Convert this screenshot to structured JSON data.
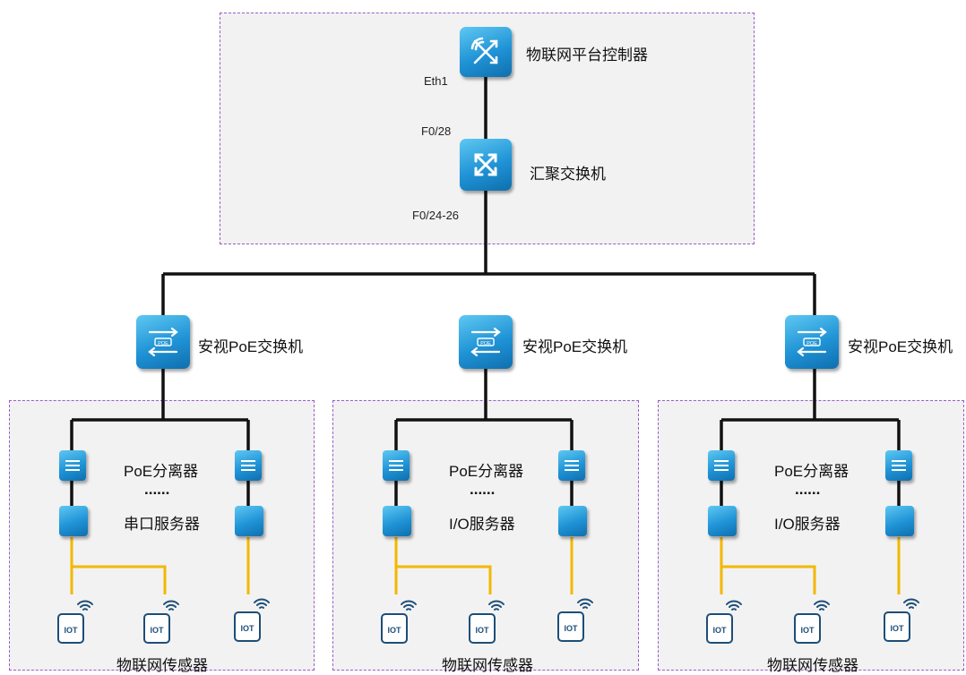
{
  "top": {
    "controller_label": "物联网平台控制器",
    "aggregation_label": "汇聚交换机",
    "port_eth1": "Eth1",
    "port_f028": "F0/28",
    "port_f02426": "F0/24-26"
  },
  "groups": [
    {
      "switch_label": "安视PoE交换机",
      "splitter_label": "PoE分离器",
      "dots": "......",
      "server_label": "串口服务器",
      "sensor_label": "物联网传感器"
    },
    {
      "switch_label": "安视PoE交换机",
      "splitter_label": "PoE分离器",
      "dots": "......",
      "server_label": "I/O服务器",
      "sensor_label": "物联网传感器"
    },
    {
      "switch_label": "安视PoE交换机",
      "splitter_label": "PoE分离器",
      "dots": "......",
      "server_label": "I/O服务器",
      "sensor_label": "物联网传感器"
    }
  ],
  "iot_text": "IOT",
  "poe_text": "POE",
  "colors": {
    "box_border": "#9a5cc6",
    "device_blue": "#1f93d6",
    "link_black": "#111111",
    "link_yellow": "#f2b800",
    "iot_border": "#1d4e78"
  }
}
